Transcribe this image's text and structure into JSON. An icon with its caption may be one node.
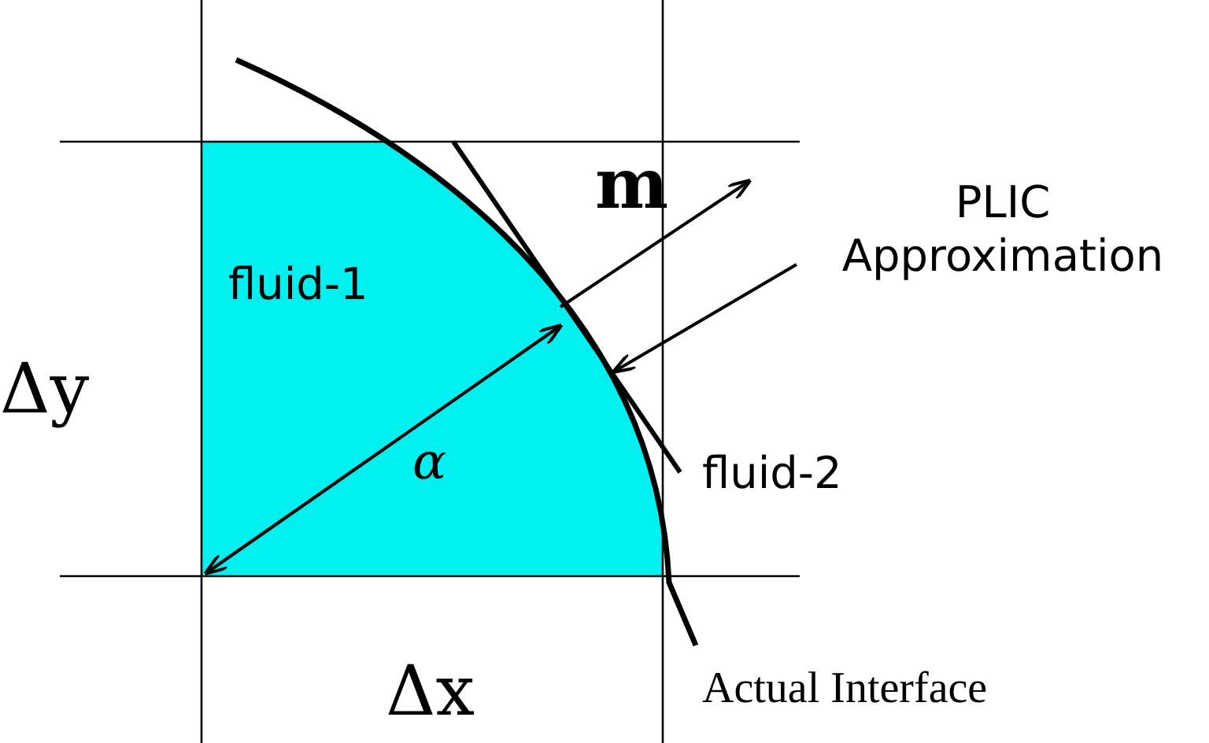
{
  "diagram": {
    "nodes": [
      {
        "text": [
          "PLIC Approximation"
        ]
      },
      {
        "text": [],
        "shape": "line"
      }
    ],
    "edges": [
      {
        "from": 0,
        "to": 1,
        "arrow": "to"
      }
    ],
    "labels": [
      "m",
      "fluid-1",
      "Δy",
      "α",
      "fluid-2",
      "Δx",
      "Actual Interface"
    ]
  }
}
